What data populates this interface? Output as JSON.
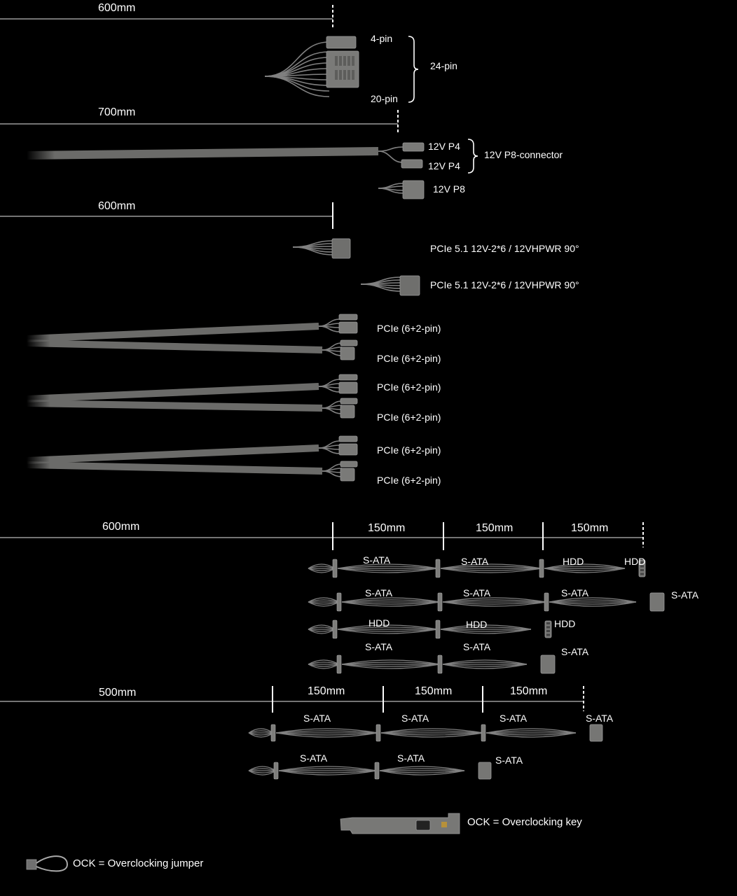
{
  "colors": {
    "background": "#000000",
    "cable": "#6b6b69",
    "text": "#ffffff",
    "ruler": "#9a9a9a"
  },
  "measurements": {
    "m_600_top": "600mm",
    "m_700": "700mm",
    "m_600_pcie": "600mm",
    "m_600_sata": "600mm",
    "m_150_s1": "150mm",
    "m_150_s2": "150mm",
    "m_150_s3": "150mm",
    "m_500": "500mm",
    "m_150_t1": "150mm",
    "m_150_t2": "150mm",
    "m_150_t3": "150mm"
  },
  "atx": {
    "pin4": "4-pin",
    "pin20": "20-pin",
    "pin24": "24-pin"
  },
  "cpu": {
    "p4a": "12V P4",
    "p4b": "12V P4",
    "p8conn": "12V P8-connector",
    "p8": "12V P8"
  },
  "pcie5": {
    "a": "PCIe 5.1 12V-2*6 / 12VHPWR 90°",
    "b": "PCIe 5.1 12V-2*6 / 12VHPWR 90°"
  },
  "pcie": [
    "PCIe (6+2-pin)",
    "PCIe (6+2-pin)",
    "PCIe (6+2-pin)",
    "PCIe (6+2-pin)",
    "PCIe (6+2-pin)",
    "PCIe (6+2-pin)"
  ],
  "periph": {
    "r1": [
      "S-ATA",
      "S-ATA",
      "HDD",
      "HDD"
    ],
    "r2": [
      "S-ATA",
      "S-ATA",
      "S-ATA",
      "S-ATA"
    ],
    "r3": [
      "HDD",
      "HDD",
      "HDD"
    ],
    "r4": [
      "S-ATA",
      "S-ATA",
      "S-ATA"
    ],
    "r5": [
      "S-ATA",
      "S-ATA",
      "S-ATA",
      "S-ATA"
    ],
    "r6": [
      "S-ATA",
      "S-ATA",
      "S-ATA"
    ]
  },
  "ock": {
    "key": "OCK = Overclocking key",
    "jumper": "OCK = Overclocking jumper"
  }
}
